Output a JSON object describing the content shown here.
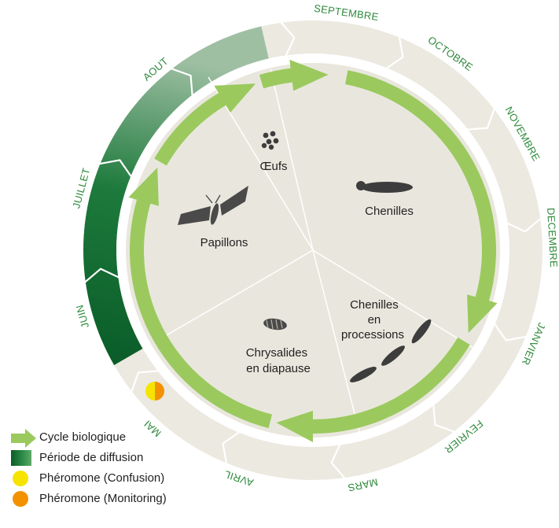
{
  "months": [
    {
      "key": "sep",
      "label": "SEPTEMBRE"
    },
    {
      "key": "oct",
      "label": "OCTOBRE"
    },
    {
      "key": "nov",
      "label": "NOVEMBRE"
    },
    {
      "key": "dec",
      "label": "DECEMBRE"
    },
    {
      "key": "jan",
      "label": "JANVIER"
    },
    {
      "key": "feb",
      "label": "FEVRIER"
    },
    {
      "key": "mar",
      "label": "MARS"
    },
    {
      "key": "apr",
      "label": "AVRIL"
    },
    {
      "key": "may",
      "label": "MAI"
    },
    {
      "key": "jun",
      "label": "JUIN"
    },
    {
      "key": "jul",
      "label": "JUILLET"
    },
    {
      "key": "aug",
      "label": "AOUT"
    }
  ],
  "stages": {
    "oeufs": "Œufs",
    "chenilles": "Chenilles",
    "processions": [
      "Chenilles",
      "en",
      "processions"
    ],
    "chrysalides": [
      "Chrysalides",
      "en diapause"
    ],
    "papillons": "Papillons"
  },
  "legend": {
    "cycle": "Cycle biologique",
    "diffusion": "Période de diffusion",
    "confusion": "Phéromone (Confusion)",
    "monitoring": "Phéromone (Monitoring)"
  },
  "colors": {
    "ring_grey": "#ebe9e0",
    "inner_disc": "#e9e7dd",
    "cycle_arrow": "#9bc95e",
    "diffusion_dark": "#0a5c28",
    "diffusion_light": "#6da679",
    "month_text": "#2f8a3c",
    "confusion_yellow": "#f6e400",
    "monitoring_orange": "#f39200"
  }
}
